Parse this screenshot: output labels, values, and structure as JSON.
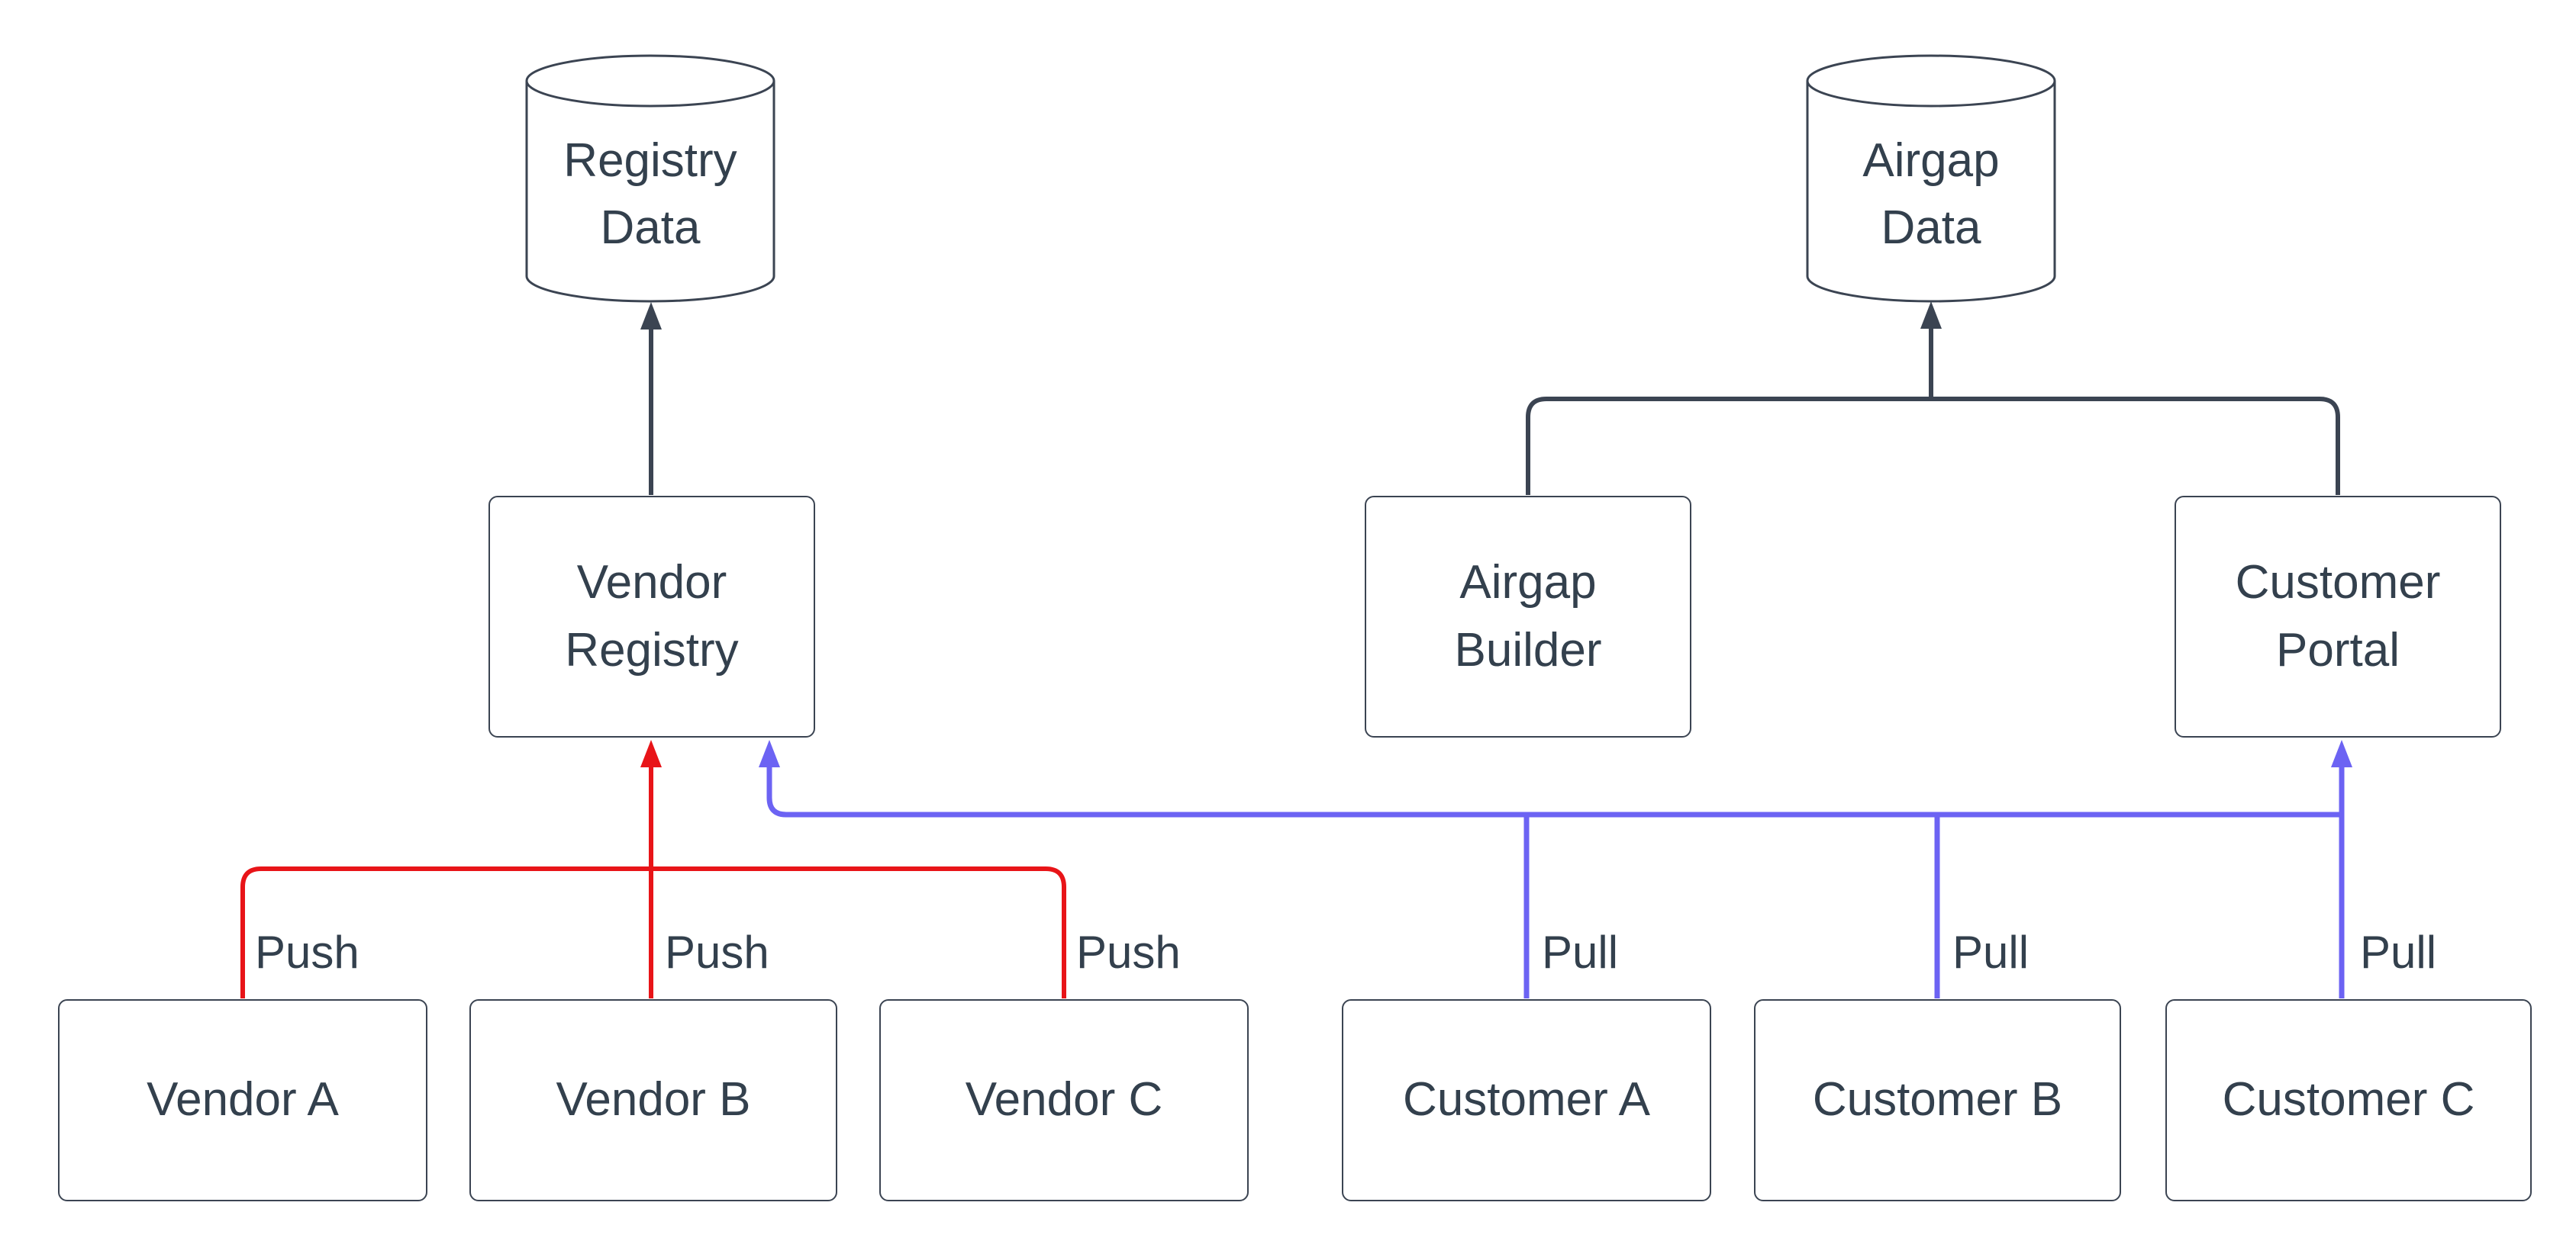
{
  "diagram": {
    "colors": {
      "node_border": "#3b4452",
      "node_text": "#33404d",
      "flow_arrow": "#3b4452",
      "push_arrow": "#e81418",
      "pull_arrow": "#6c63f3",
      "background": "#ffffff"
    },
    "datastores": {
      "registry_data": {
        "label": "Registry\nData"
      },
      "airgap_data": {
        "label": "Airgap\nData"
      }
    },
    "services": {
      "vendor_registry": {
        "label": "Vendor\nRegistry"
      },
      "airgap_builder": {
        "label": "Airgap\nBuilder"
      },
      "customer_portal": {
        "label": "Customer\nPortal"
      }
    },
    "vendors": {
      "vendor_a": {
        "label": "Vendor A"
      },
      "vendor_b": {
        "label": "Vendor B"
      },
      "vendor_c": {
        "label": "Vendor C"
      }
    },
    "customers": {
      "customer_a": {
        "label": "Customer A"
      },
      "customer_b": {
        "label": "Customer B"
      },
      "customer_c": {
        "label": "Customer C"
      }
    },
    "edge_labels": {
      "push_vendor_a": "Push",
      "push_vendor_b": "Push",
      "push_vendor_c": "Push",
      "pull_customer_a": "Pull",
      "pull_customer_b": "Pull",
      "pull_customer_c": "Pull"
    }
  }
}
